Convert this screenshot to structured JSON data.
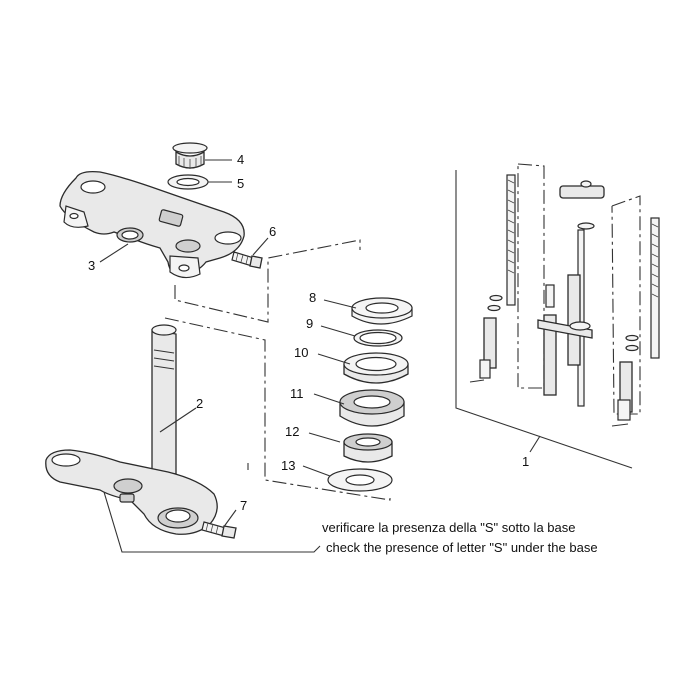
{
  "callouts": {
    "c1": "1",
    "c2": "2",
    "c3": "3",
    "c4": "4",
    "c5": "5",
    "c6": "6",
    "c7": "7",
    "c8": "8",
    "c9": "9",
    "c10": "10",
    "c11": "11",
    "c12": "12",
    "c13": "13"
  },
  "note": {
    "line_it": "verificare la presenza della \"S\" sotto la base",
    "line_en": "check the presence of letter \"S\" under the base"
  }
}
